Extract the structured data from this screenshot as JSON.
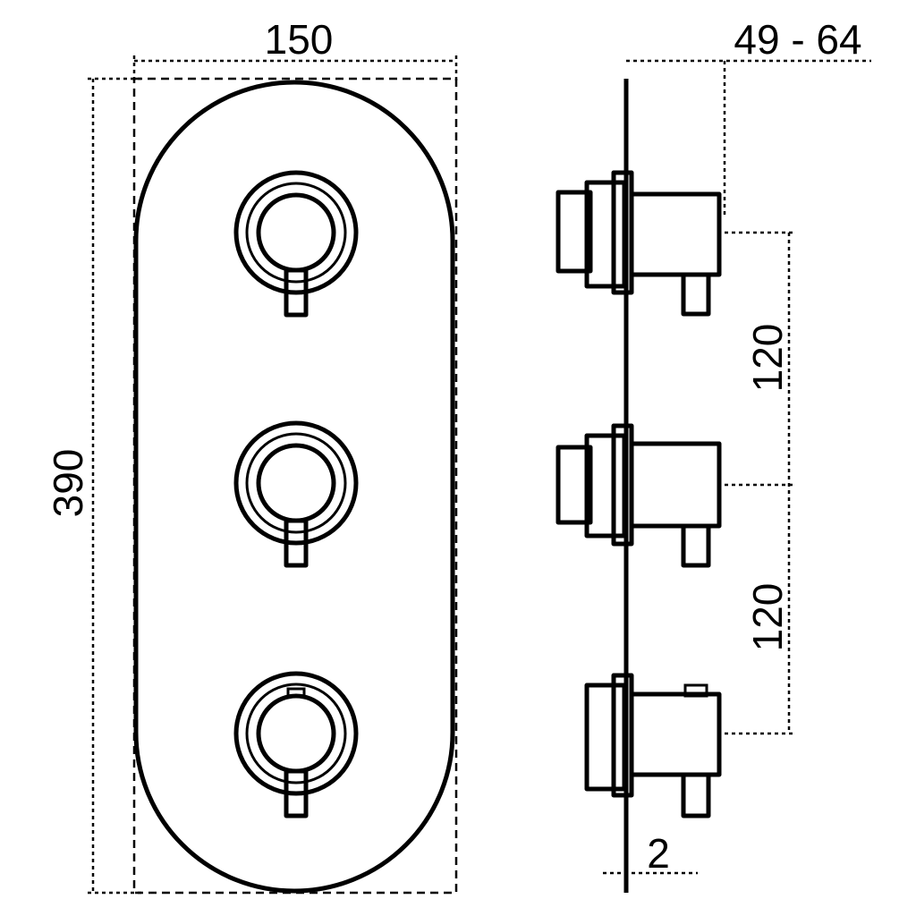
{
  "dimensions": {
    "width": "150",
    "height": "390",
    "depth": "49 - 64",
    "spacing_upper": "120",
    "spacing_lower": "120",
    "plate_gap": "2"
  },
  "front_view": {
    "handles": 3
  },
  "side_view": {
    "valves": 3
  }
}
